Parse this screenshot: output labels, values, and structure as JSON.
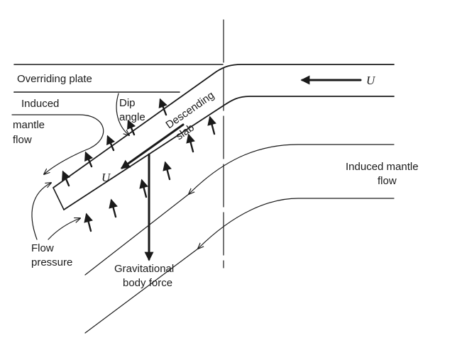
{
  "labels": {
    "overriding_plate": "Overriding plate",
    "induced_left_1": "Induced",
    "induced_left_2": "mantle",
    "induced_left_3": "flow",
    "dip_1": "Dip",
    "dip_2": "angle",
    "descending_1": "Descending",
    "descending_2": "slab",
    "u_slab": "U",
    "u_plate": "U",
    "induced_right_1": "Induced mantle",
    "induced_right_2": "flow",
    "flow_pressure_1": "Flow",
    "flow_pressure_2": "pressure",
    "gravity_1": "Gravitational",
    "gravity_2": "body force"
  },
  "colors": {
    "ink": "#1a1a1a",
    "background": "#ffffff"
  }
}
